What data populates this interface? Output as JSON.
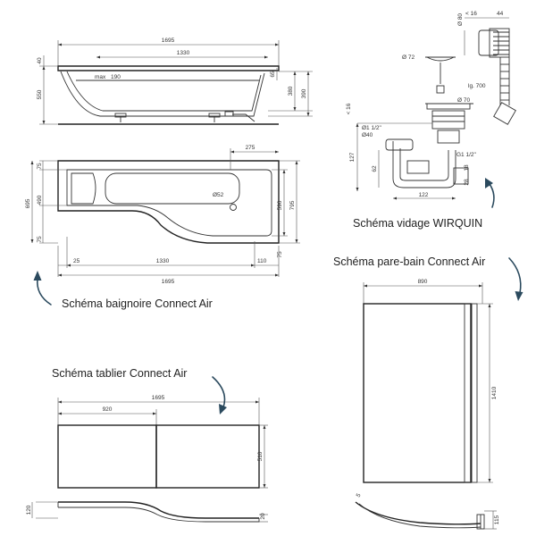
{
  "captions": {
    "baignoire": "Schéma baignoire Connect Air",
    "vidage": "Schéma vidage WIRQUIN",
    "pare_bain": "Schéma pare-bain Connect Air",
    "tablier": "Schéma tablier Connect Air"
  },
  "side_view": {
    "overall_length": "1695",
    "inner_length": "1330",
    "rim_40": "40",
    "height_550": "550",
    "max_label": "max",
    "max_value": "190",
    "depth_380": "380",
    "depth_390": "390",
    "right_65": "65"
  },
  "top_view": {
    "d275": "275",
    "d75_top": "75",
    "d490": "490",
    "d695": "695",
    "d75_bottom": "75",
    "hole": "Ø52",
    "d590": "590",
    "d795": "795",
    "d75_right": "75",
    "d25": "25",
    "d1330": "1330",
    "d110": "110",
    "d1695": "1695"
  },
  "drain": {
    "d80": "Ø 80",
    "lt16": "< 16",
    "d44": "44",
    "d72": "Ø 72",
    "lg700": "lg. 700",
    "d70": "Ø 70",
    "lt16b": "< 16",
    "thread1": "Ø1 1/2\"",
    "d40": "Ø40",
    "d127": "127",
    "d62": "62",
    "g112": "G1 1/2\"",
    "d18": "18",
    "d28": "28",
    "d122": "122"
  },
  "apron": {
    "d1695": "1695",
    "d920": "920",
    "d510": "510",
    "d120": "120",
    "d20": "20"
  },
  "screen": {
    "d890": "890",
    "d1410": "1410",
    "d5": "5",
    "d115": "115"
  }
}
